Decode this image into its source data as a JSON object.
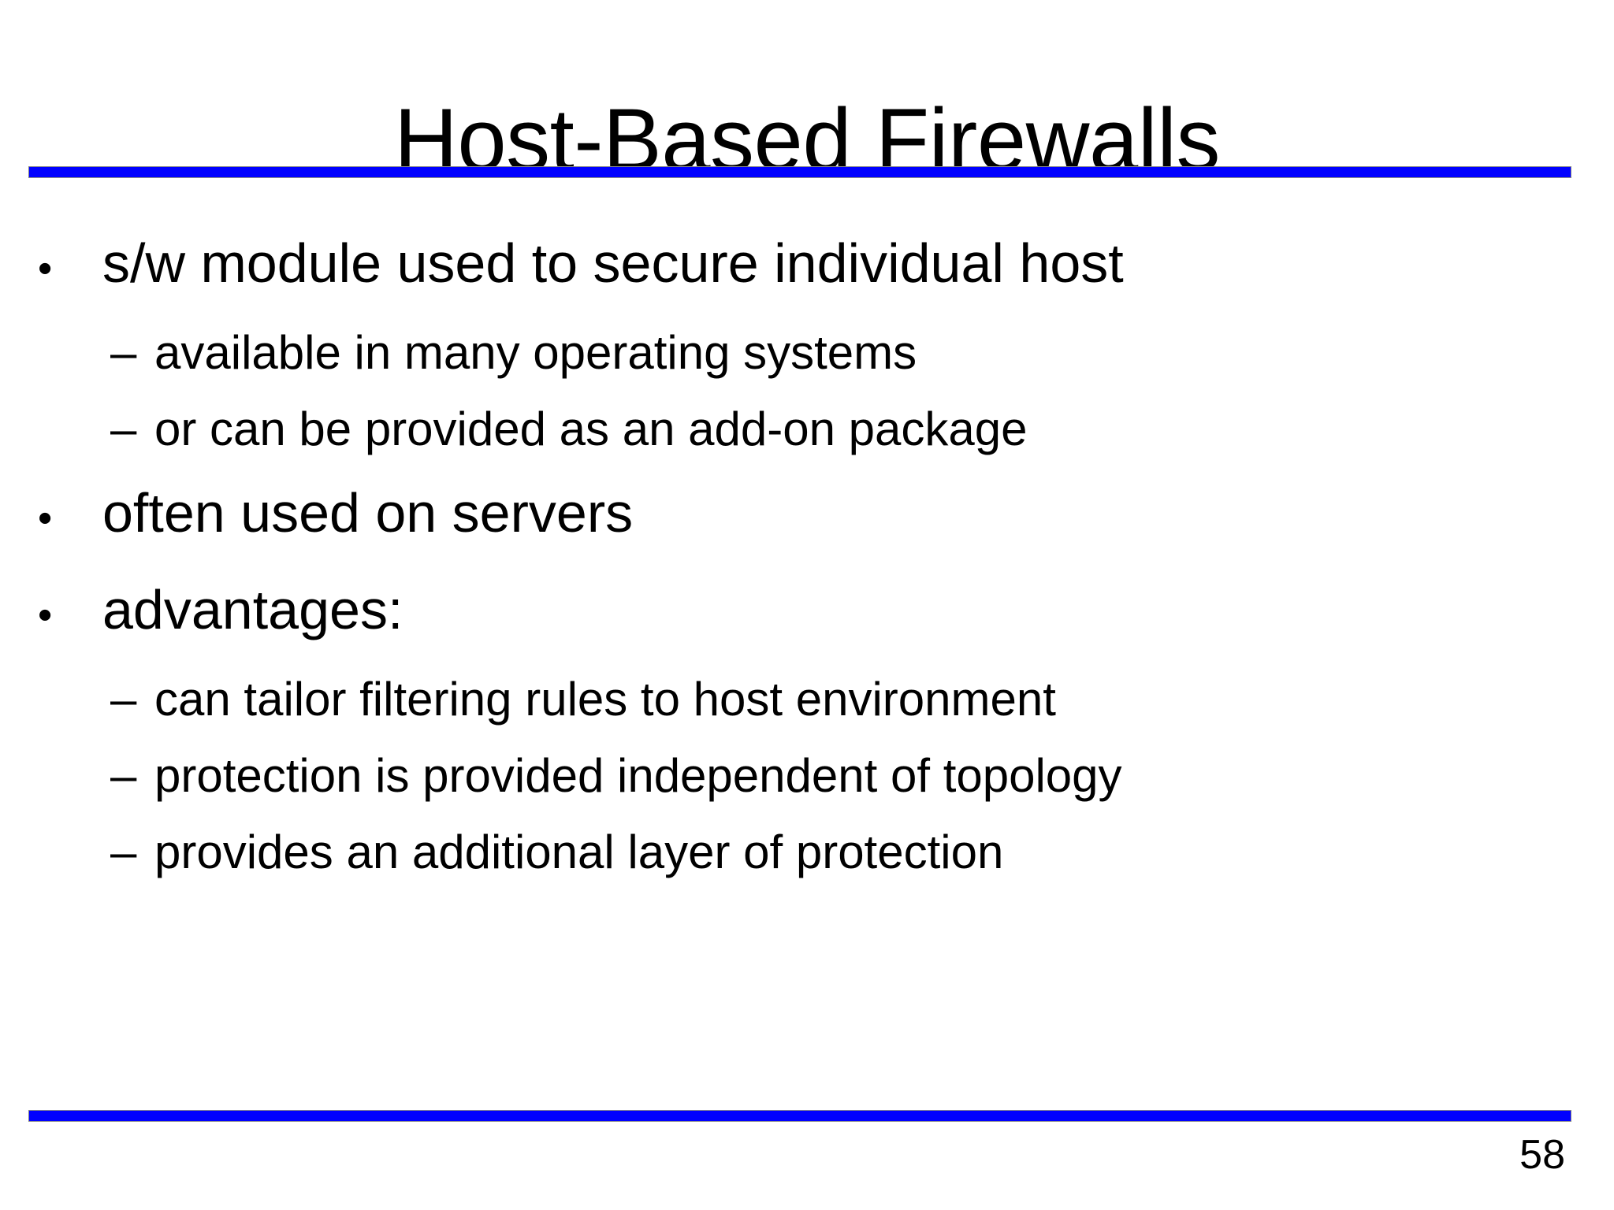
{
  "slide": {
    "title": "Host-Based Firewalls",
    "page_number": "58",
    "accent_color": "#0000FF",
    "text_color": "#000000",
    "background_color": "#FFFFFF",
    "bullet_marker": "•",
    "dash_marker": "–",
    "bullets": [
      {
        "level": 1,
        "text": "s/w module used to secure individual host"
      },
      {
        "level": 2,
        "text": "available in many operating systems"
      },
      {
        "level": 2,
        "text": "or can be provided as an add-on package"
      },
      {
        "level": 1,
        "text": "often used on servers"
      },
      {
        "level": 1,
        "text": "advantages:"
      },
      {
        "level": 2,
        "text": "can tailor filtering rules to host environment"
      },
      {
        "level": 2,
        "text": "protection is provided independent of topology"
      },
      {
        "level": 2,
        "text": "provides an additional layer of protection"
      }
    ]
  }
}
